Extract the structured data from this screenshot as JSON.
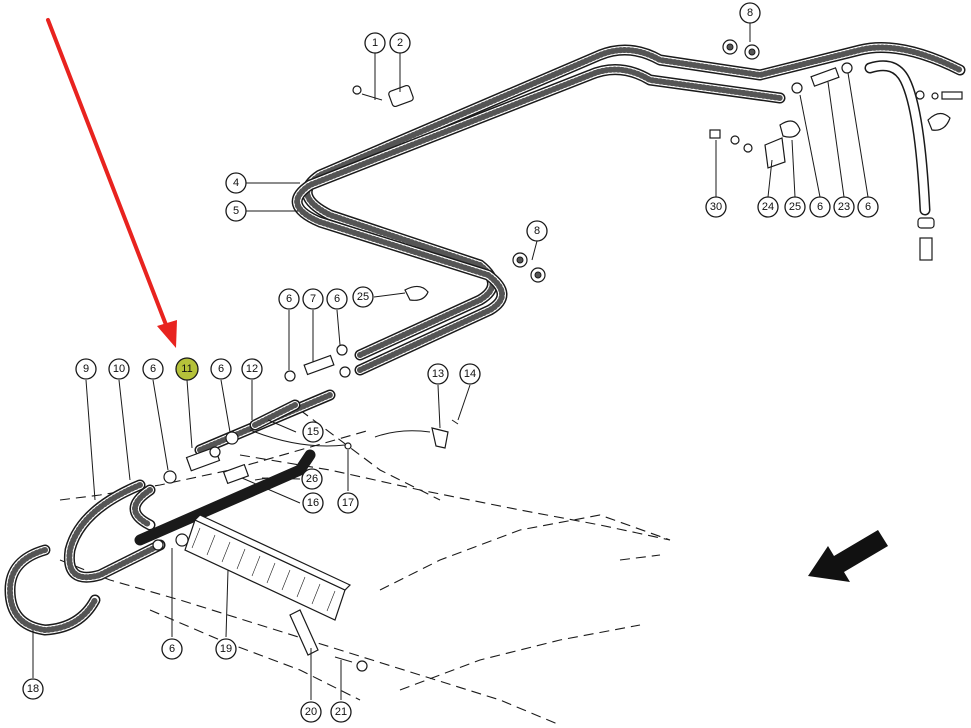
{
  "callouts": [
    {
      "label": "1"
    },
    {
      "label": "2"
    },
    {
      "label": "8"
    },
    {
      "label": "4"
    },
    {
      "label": "5"
    },
    {
      "label": "6"
    },
    {
      "label": "23"
    },
    {
      "label": "6"
    },
    {
      "label": "25"
    },
    {
      "label": "24"
    },
    {
      "label": "30"
    },
    {
      "label": "8"
    },
    {
      "label": "25"
    },
    {
      "label": "6"
    },
    {
      "label": "7"
    },
    {
      "label": "6"
    },
    {
      "label": "9"
    },
    {
      "label": "10"
    },
    {
      "label": "6"
    },
    {
      "label": "11"
    },
    {
      "label": "6"
    },
    {
      "label": "12"
    },
    {
      "label": "15"
    },
    {
      "label": "13"
    },
    {
      "label": "14"
    },
    {
      "label": "26"
    },
    {
      "label": "16"
    },
    {
      "label": "17"
    },
    {
      "label": "6"
    },
    {
      "label": "19"
    },
    {
      "label": "18"
    },
    {
      "label": "20"
    },
    {
      "label": "21"
    }
  ],
  "highlighted_part": "11",
  "colors": {
    "pointer_arrow": "#e8231f",
    "highlight_fill": "#b5c23a",
    "line": "#1a1a1a"
  },
  "icons": {
    "pointer": "red-arrow-pointer-icon",
    "direction": "direction-arrow-icon"
  }
}
